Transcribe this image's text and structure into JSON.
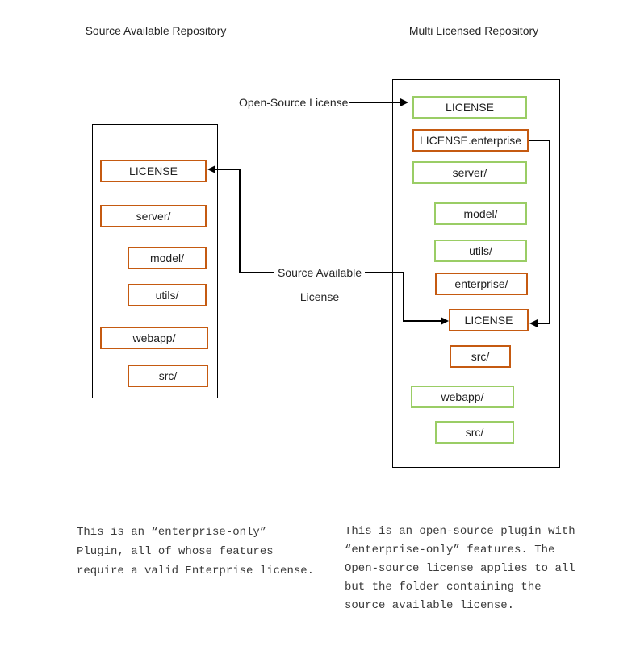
{
  "titles": {
    "left": "Source Available Repository",
    "right": "Multi Licensed Repository"
  },
  "connector_labels": {
    "open_source": "Open-Source License",
    "source_available_line1": "Source Available",
    "source_available_line2": "License"
  },
  "left_repo": {
    "items": [
      {
        "label": "LICENSE",
        "license": "source-available"
      },
      {
        "label": "server/",
        "license": "source-available"
      },
      {
        "label": "model/",
        "license": "source-available"
      },
      {
        "label": "utils/",
        "license": "source-available"
      },
      {
        "label": "webapp/",
        "license": "source-available"
      },
      {
        "label": "src/",
        "license": "source-available"
      }
    ]
  },
  "right_repo": {
    "items": [
      {
        "label": "LICENSE",
        "license": "open-source"
      },
      {
        "label": "LICENSE.enterprise",
        "license": "source-available"
      },
      {
        "label": "server/",
        "license": "open-source"
      },
      {
        "label": "model/",
        "license": "open-source"
      },
      {
        "label": "utils/",
        "license": "open-source"
      },
      {
        "label": "enterprise/",
        "license": "source-available"
      },
      {
        "label": "LICENSE",
        "license": "source-available"
      },
      {
        "label": "src/",
        "license": "source-available"
      },
      {
        "label": "webapp/",
        "license": "open-source"
      },
      {
        "label": "src/",
        "license": "open-source"
      }
    ]
  },
  "notes": {
    "left": "This is an “enterprise-only”\nPlugin, all of whose features\nrequire a valid Enterprise license.",
    "right": "This is an open-source plugin with\n“enterprise-only” features. The\nOpen-source license applies to all\nbut the folder containing the\nsource available license."
  },
  "colors": {
    "source_available_border": "#C55A11",
    "open_source_border": "#9ACD65",
    "line": "#000000"
  }
}
